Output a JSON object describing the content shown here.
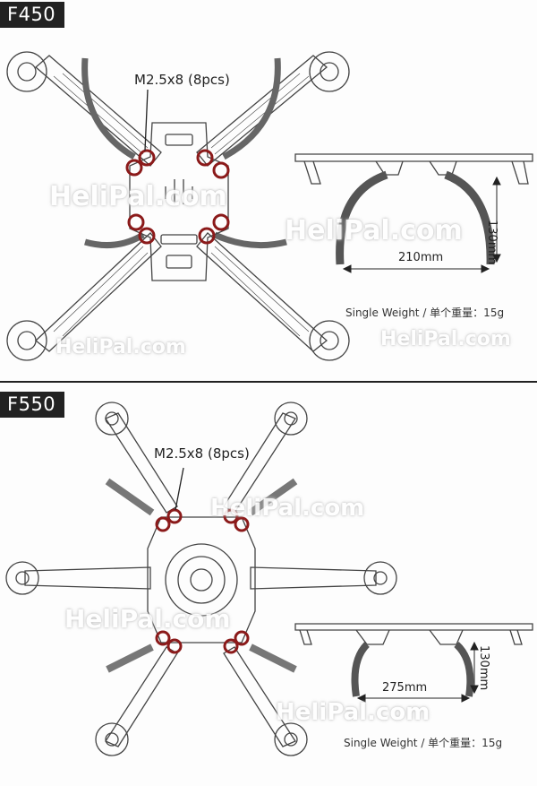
{
  "f450": {
    "title": "F450",
    "screw_label": "M2.5x8 (8pcs)",
    "width_dim": "210mm",
    "height_dim": "130mm",
    "weight_label": "Single Weight / 单个重量：15g"
  },
  "f550": {
    "title": "F550",
    "screw_label": "M2.5x8 (8pcs)",
    "width_dim": "275mm",
    "height_dim": "130mm",
    "weight_label": "Single Weight / 单个重量：15g"
  },
  "watermark": "HeliPal.com",
  "colors": {
    "screw": "#8b1a1a",
    "frame": "#444444",
    "dark": "#222222"
  }
}
